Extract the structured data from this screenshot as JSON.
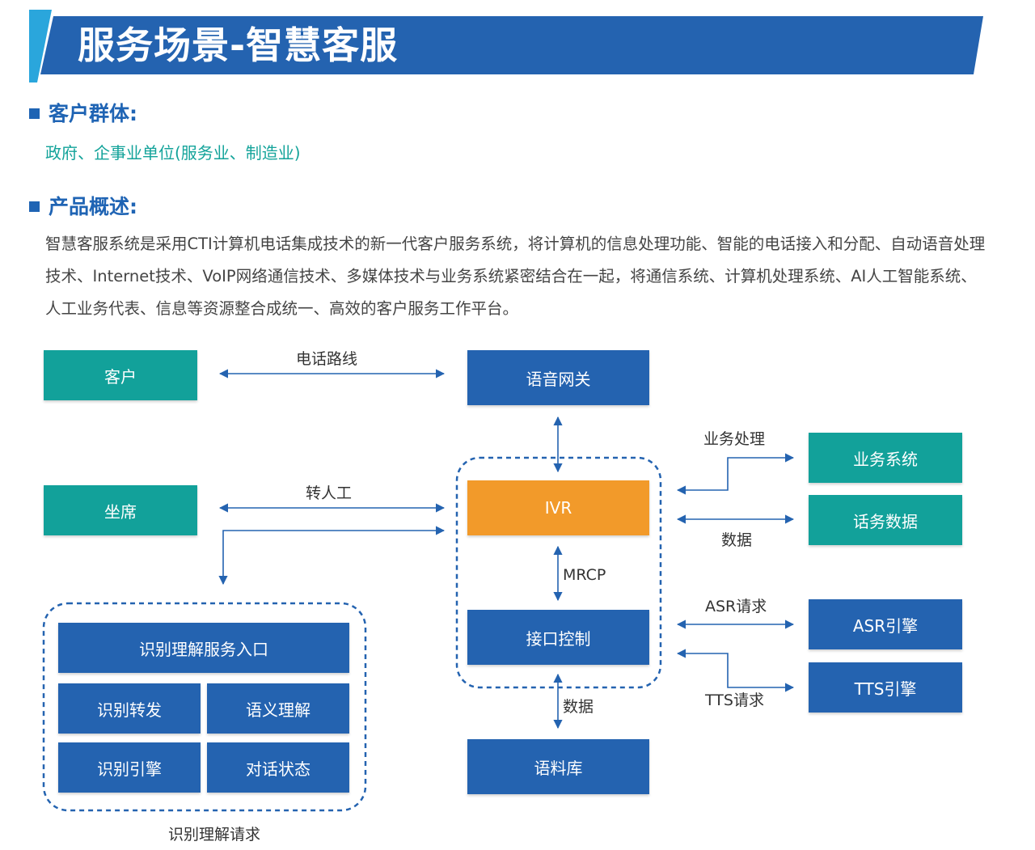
{
  "header": {
    "title": "服务场景-智慧客服"
  },
  "sections": {
    "customers": {
      "title": "客户群体:",
      "text": "政府、企事业单位(服务业、制造业)"
    },
    "overview": {
      "title": "产品概述:",
      "text": "智慧客服系统是采用CTI计算机电话集成技术的新一代客户服务系统，将计算机的信息处理功能、智能的电话接入和分配、自动语音处理技术、Internet技术、VoIP网络通信技术、多媒体技术与业务系统紧密结合在一起，将通信系统、计算机处理系统、AI人工智能系统、人工业务代表、信息等资源整合成统一、高效的客户服务工作平台。"
    }
  },
  "diagram": {
    "boxes": {
      "customer": "客户",
      "agent": "坐席",
      "voice_gateway": "语音网关",
      "ivr": "IVR",
      "interface_control": "接口控制",
      "corpus": "语料库",
      "business_system": "业务系统",
      "traffic_data": "话务数据",
      "asr_engine": "ASR引擎",
      "tts_engine": "TTS引擎",
      "recognition_entry": "识别理解服务入口",
      "recognition_forward": "识别转发",
      "semantic_understanding": "语义理解",
      "recognition_engine": "识别引擎",
      "dialog_state": "对话状态"
    },
    "labels": {
      "phone_line": "电话路线",
      "transfer_manual": "转人工",
      "business_processing": "业务处理",
      "data_right": "数据",
      "mrcp": "MRCP",
      "data_bottom": "数据",
      "asr_request": "ASR请求",
      "tts_request": "TTS请求",
      "recognition_request": "识别理解请求"
    }
  },
  "colors": {
    "brand_blue": "#2463b0",
    "teal": "#12a19a",
    "orange": "#f29a2a",
    "accent_cyan": "#2aa6dc"
  }
}
